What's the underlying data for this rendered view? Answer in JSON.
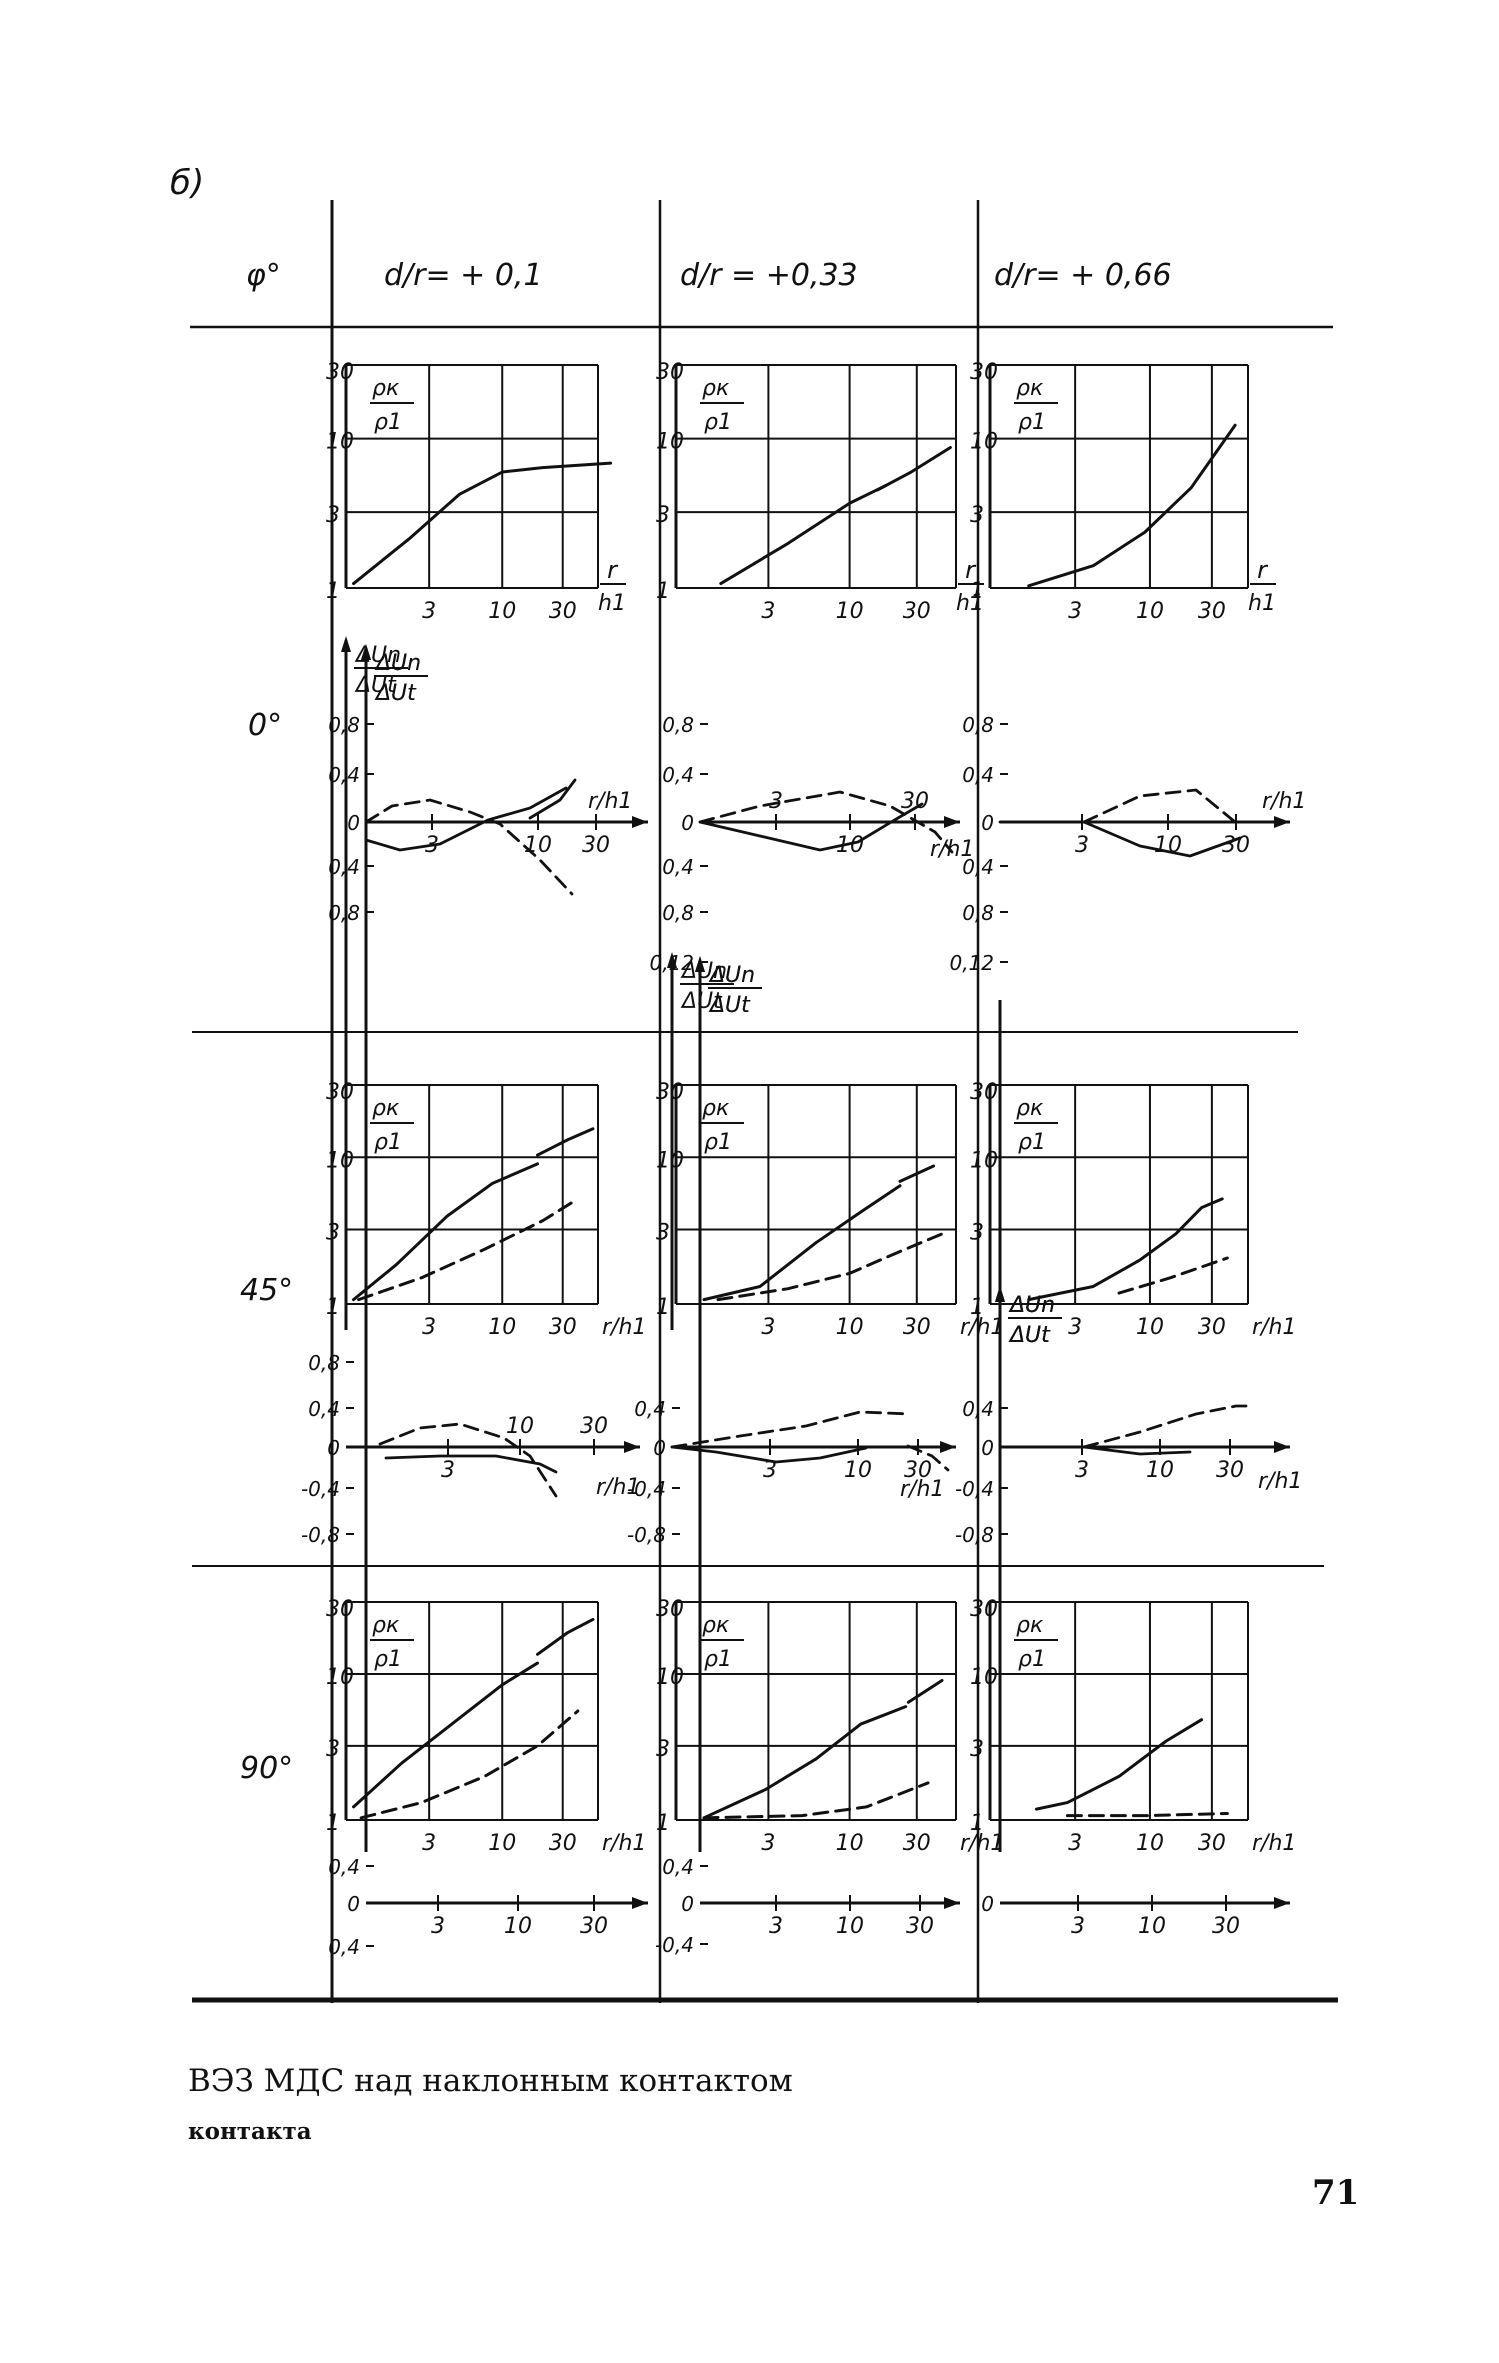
{
  "figure": {
    "label": "б)",
    "header_phi": "φ°",
    "columns": [
      "d/r= + 0,1",
      "d/r = +0,33",
      "d/r= + 0,66"
    ],
    "rows": [
      "0°",
      "45°",
      "90°"
    ]
  },
  "rho_axis": {
    "ratio_top": "ρк",
    "ratio_bottom": "ρ1",
    "y_ticks": [
      "30",
      "10",
      "3",
      "1"
    ],
    "x_ticks": [
      "3",
      "10",
      "30"
    ],
    "x_label_top": "r",
    "x_label_bottom": "h1",
    "x_label_inline": "r/h1"
  },
  "du_axis": {
    "ratio_top": "ΔUn",
    "ratio_bottom": "ΔUt",
    "x_label": "r/h1",
    "y_ticks_0": [
      "0,8",
      "0,4",
      "0",
      "0,4",
      "0,8"
    ],
    "y_ticks_0_mid": [
      "0,8",
      "0,4",
      "0",
      "0,4",
      "0,8",
      "0,12"
    ],
    "y_ticks_0_right": [
      "0,8",
      "0,4",
      "0",
      "0,4",
      "0,8",
      "0,12"
    ],
    "y_ticks_45_left": [
      "0,8",
      "0,4",
      "0",
      "-0,4",
      "-0,8"
    ],
    "y_ticks_45_mid": [
      "0,4",
      "0",
      "-0,4",
      "-0,8"
    ],
    "y_ticks_45_right": [
      "0,4",
      "0",
      "-0,4",
      "-0,8"
    ],
    "y_ticks_90_left": [
      "0,4",
      "0",
      "0,4"
    ],
    "y_ticks_90_mid": [
      "0,4",
      "0",
      "-0,4"
    ],
    "y_ticks_90_right": [
      "0"
    ]
  },
  "caption": {
    "line1": "ВЭЗ МДС над наклонным контактом",
    "line2": "контакта"
  },
  "page_number": "71"
}
